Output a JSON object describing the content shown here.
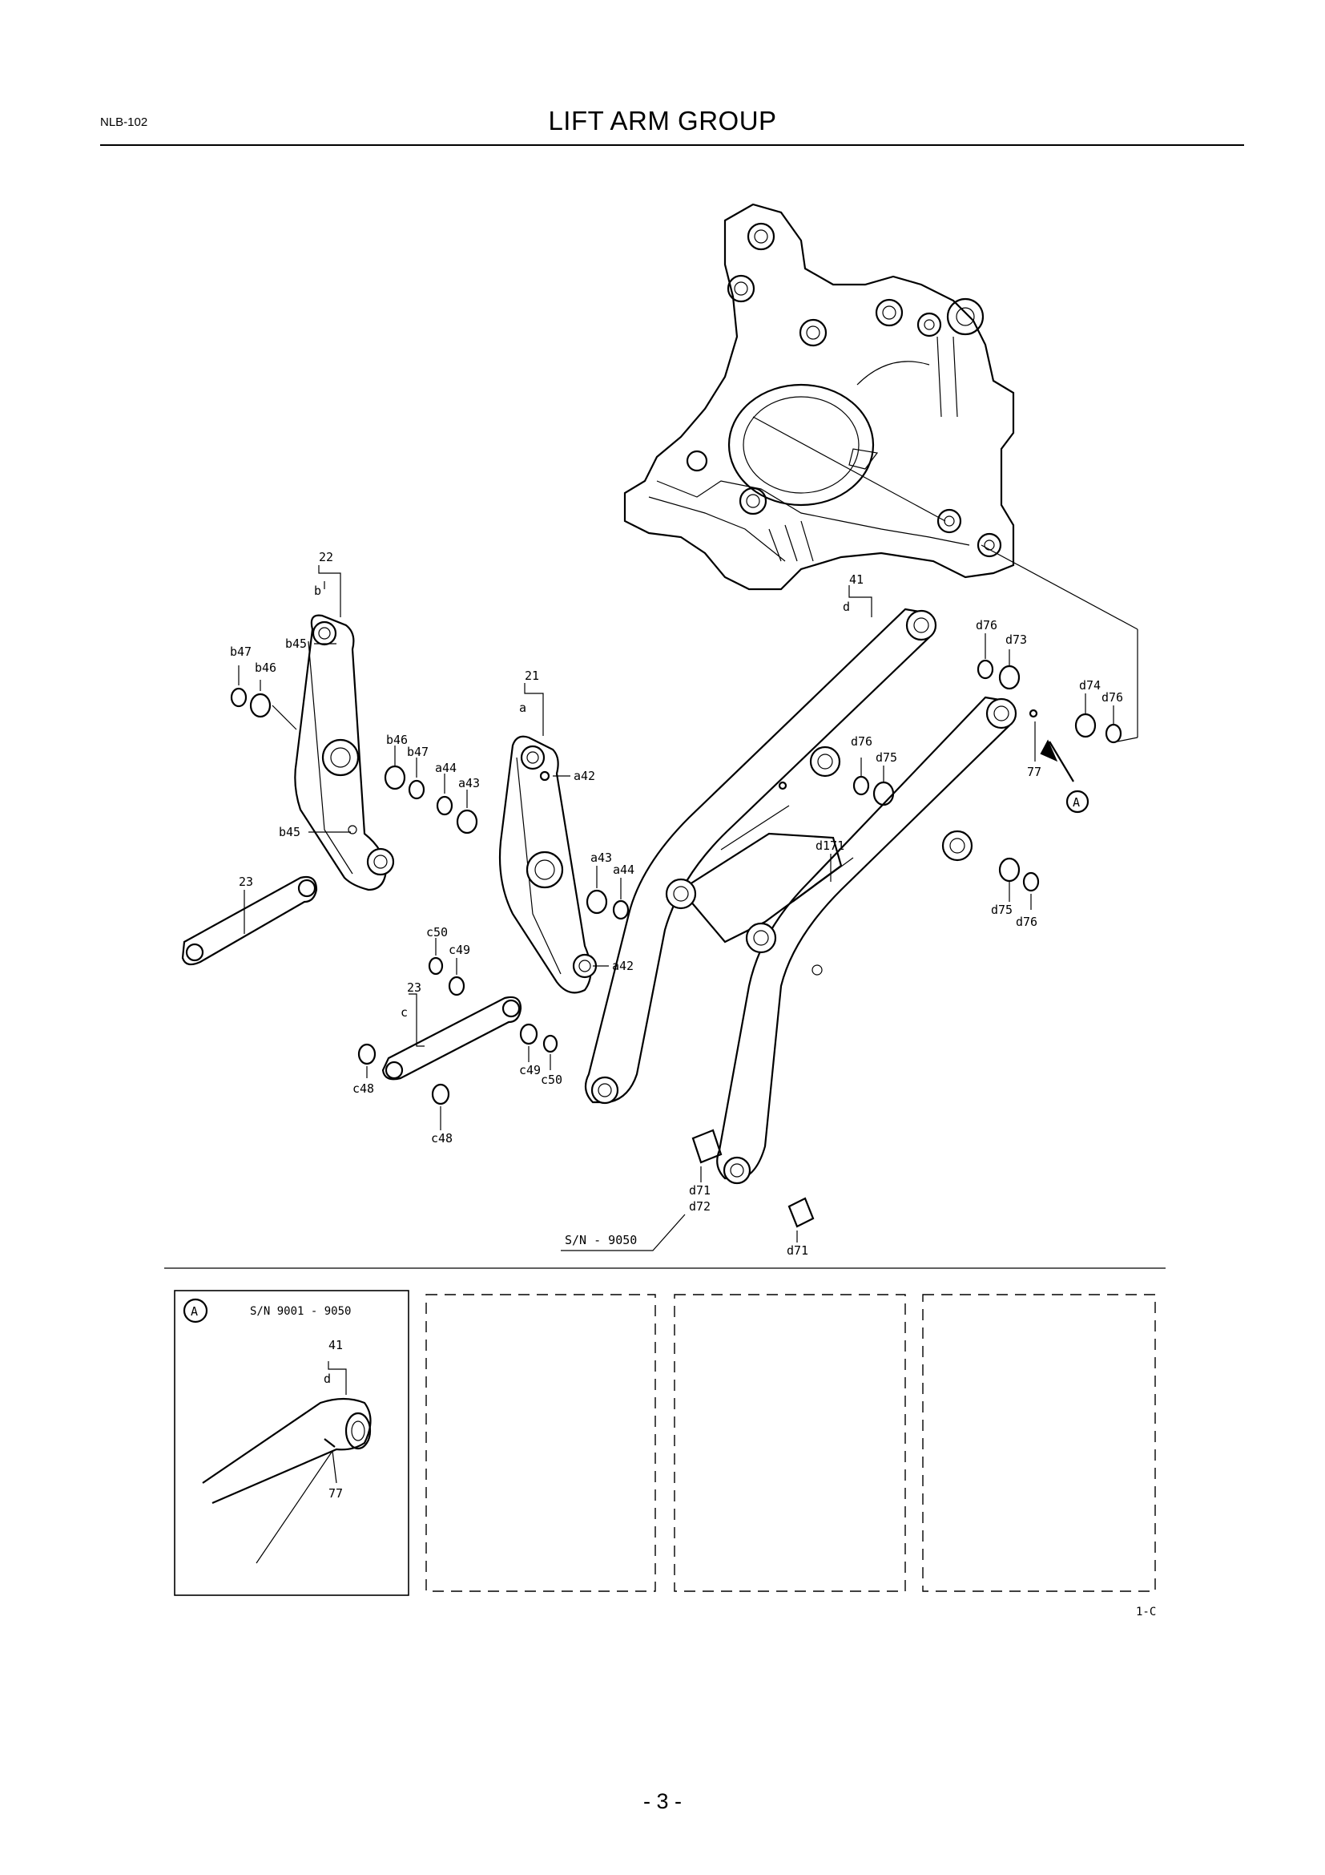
{
  "header": {
    "doc_code": "NLB-102",
    "title": "LIFT ARM GROUP"
  },
  "footer": {
    "page_number": "- 3 -",
    "figure_code": "1-C"
  },
  "main_diagram": {
    "callouts": {
      "group_22": "22",
      "group_22_sub": "b",
      "group_21": "21",
      "group_21_sub": "a",
      "group_41": "41",
      "group_41_sub": "d",
      "group_23_c": "23",
      "group_23_c_sub": "c",
      "part_23": "23",
      "b45_top": "b45",
      "b47_l": "b47",
      "b46_l": "b46",
      "b46_r": "b46",
      "b47_r": "b47",
      "b45_bot": "b45",
      "a44_t": "a44",
      "a43_t": "a43",
      "a42_t": "a42",
      "a43_b": "a43",
      "a44_b": "a44",
      "a42_b": "a42",
      "c50_t": "c50",
      "c49_t": "c49",
      "c49_b": "c49",
      "c50_b": "c50",
      "c48_l": "c48",
      "c48_b": "c48",
      "d76_t": "d76",
      "d73": "d73",
      "d74": "d74",
      "d76_r": "d76",
      "d76_m": "d76",
      "d75_m": "d75",
      "p77": "77",
      "d171": "d171",
      "d75_b": "d75",
      "d76_b": "d76",
      "d71_l": "d71",
      "d72": "d72",
      "d71_r": "d71",
      "view_marker": "A",
      "serial_note": "S/N - 9050"
    }
  },
  "detail_view": {
    "marker": "A",
    "serial_range": "S/N 9001 - 9050",
    "callout_41": "41",
    "callout_d": "d",
    "callout_77": "77"
  }
}
